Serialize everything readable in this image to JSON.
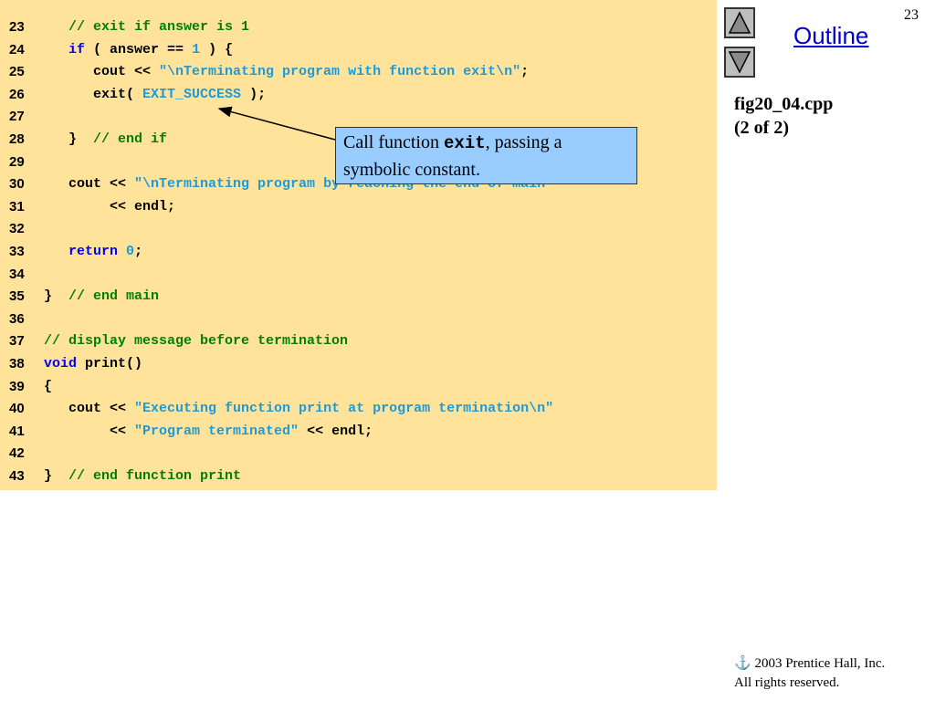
{
  "slide": {
    "number": "23",
    "outline_label": "Outline",
    "fig_name": "fig20_04.cpp",
    "fig_part": "(2 of 2)",
    "copyright_symbol": "⚓",
    "copyright": "2003 Prentice Hall, Inc.",
    "rights": "All rights reserved."
  },
  "nav": {
    "up_icon": "triangle-up-icon",
    "down_icon": "triangle-down-icon"
  },
  "callout": {
    "text_before": "Call function ",
    "code": "exit",
    "text_after": ", passing a symbolic constant."
  },
  "colors": {
    "code_bg": "#ffe39b",
    "comment": "#008000",
    "keyword": "#0000ff",
    "string": "#1e9ad6",
    "callout_bg": "#99ccff",
    "link": "#0000cc"
  },
  "code_lines": [
    {
      "num": "23",
      "tokens": [
        {
          "t": "   ",
          "k": "plain"
        },
        {
          "t": "// exit if answer is 1",
          "k": "comment"
        }
      ]
    },
    {
      "num": "24",
      "tokens": [
        {
          "t": "   ",
          "k": "plain"
        },
        {
          "t": "if",
          "k": "keyword"
        },
        {
          "t": " ( answer == ",
          "k": "plain"
        },
        {
          "t": "1",
          "k": "number"
        },
        {
          "t": " ) {",
          "k": "plain"
        }
      ]
    },
    {
      "num": "25",
      "tokens": [
        {
          "t": "      cout << ",
          "k": "plain"
        },
        {
          "t": "\"\\nTerminating program with function exit\\n\"",
          "k": "string"
        },
        {
          "t": ";",
          "k": "plain"
        }
      ]
    },
    {
      "num": "26",
      "tokens": [
        {
          "t": "      exit( ",
          "k": "plain"
        },
        {
          "t": "EXIT_SUCCESS",
          "k": "string"
        },
        {
          "t": " );",
          "k": "plain"
        }
      ]
    },
    {
      "num": "27",
      "tokens": []
    },
    {
      "num": "28",
      "tokens": [
        {
          "t": "   }  ",
          "k": "plain"
        },
        {
          "t": "// end if",
          "k": "comment"
        }
      ]
    },
    {
      "num": "29",
      "tokens": []
    },
    {
      "num": "30",
      "tokens": [
        {
          "t": "   cout << ",
          "k": "plain"
        },
        {
          "t": "\"\\nTerminating program by reaching the end of main\"",
          "k": "string"
        }
      ]
    },
    {
      "num": "31",
      "tokens": [
        {
          "t": "        << endl;",
          "k": "plain"
        }
      ]
    },
    {
      "num": "32",
      "tokens": []
    },
    {
      "num": "33",
      "tokens": [
        {
          "t": "   ",
          "k": "plain"
        },
        {
          "t": "return",
          "k": "keyword"
        },
        {
          "t": " ",
          "k": "plain"
        },
        {
          "t": "0",
          "k": "number"
        },
        {
          "t": ";",
          "k": "plain"
        }
      ]
    },
    {
      "num": "34",
      "tokens": []
    },
    {
      "num": "35",
      "tokens": [
        {
          "t": "}  ",
          "k": "plain"
        },
        {
          "t": "// end main",
          "k": "comment"
        }
      ]
    },
    {
      "num": "36",
      "tokens": []
    },
    {
      "num": "37",
      "tokens": [
        {
          "t": "// display message before termination",
          "k": "comment"
        }
      ]
    },
    {
      "num": "38",
      "tokens": [
        {
          "t": "void",
          "k": "keyword"
        },
        {
          "t": " print()",
          "k": "plain"
        }
      ]
    },
    {
      "num": "39",
      "tokens": [
        {
          "t": "{",
          "k": "plain"
        }
      ]
    },
    {
      "num": "40",
      "tokens": [
        {
          "t": "   cout << ",
          "k": "plain"
        },
        {
          "t": "\"Executing function print at program termination\\n\"",
          "k": "string"
        }
      ]
    },
    {
      "num": "41",
      "tokens": [
        {
          "t": "        << ",
          "k": "plain"
        },
        {
          "t": "\"Program terminated\"",
          "k": "string"
        },
        {
          "t": " << endl;",
          "k": "plain"
        }
      ]
    },
    {
      "num": "42",
      "tokens": []
    },
    {
      "num": "43",
      "tokens": [
        {
          "t": "}  ",
          "k": "plain"
        },
        {
          "t": "// end function print",
          "k": "comment"
        }
      ]
    }
  ]
}
